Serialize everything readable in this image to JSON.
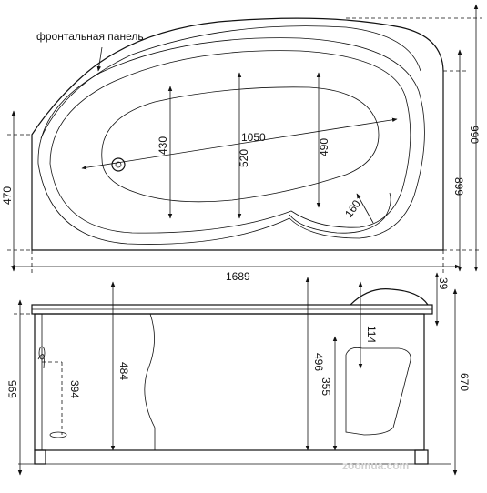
{
  "title_label": "фронтальная панель",
  "top_view": {
    "overall_length": "1689",
    "overall_depth": "990",
    "right_side_depth": "899",
    "left_side_depth": "470",
    "inner_length": "1050",
    "inner_width_left": "430",
    "inner_width_mid": "520",
    "inner_width_right": "490",
    "radius": "160"
  },
  "side_view": {
    "total_height": "595",
    "height_with_headrest": "670",
    "inner_depth_mid": "484",
    "inner_depth_right": "496",
    "drain_height": "394",
    "seat_height": "355",
    "headrest_height": "114",
    "rim_thickness": "39"
  },
  "watermark": "zoomua.com"
}
